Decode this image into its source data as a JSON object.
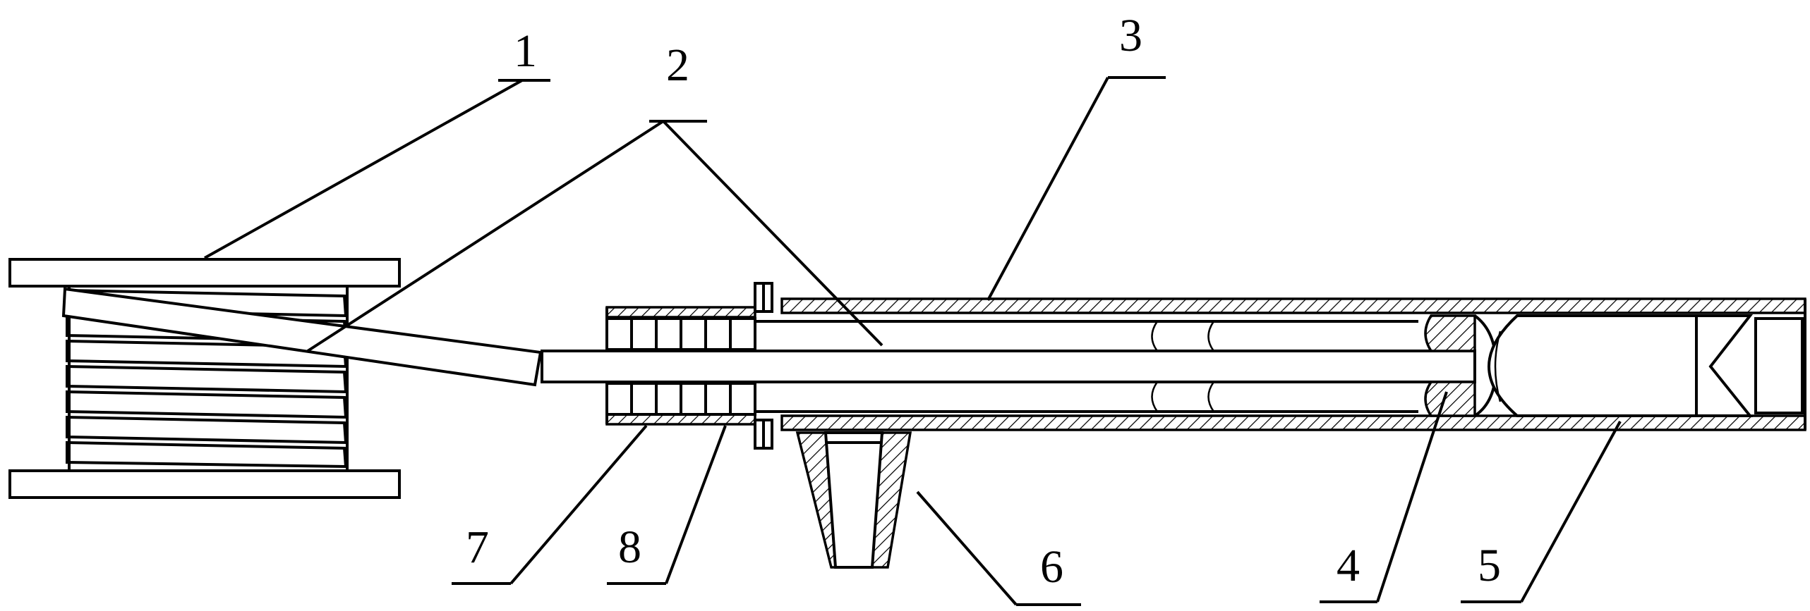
{
  "labels": {
    "l1": "1",
    "l2": "2",
    "l3": "3",
    "l4": "4",
    "l5": "5",
    "l6": "6",
    "l7": "7",
    "l8": "8"
  },
  "colors": {
    "line": "#000000",
    "background": "#ffffff"
  }
}
